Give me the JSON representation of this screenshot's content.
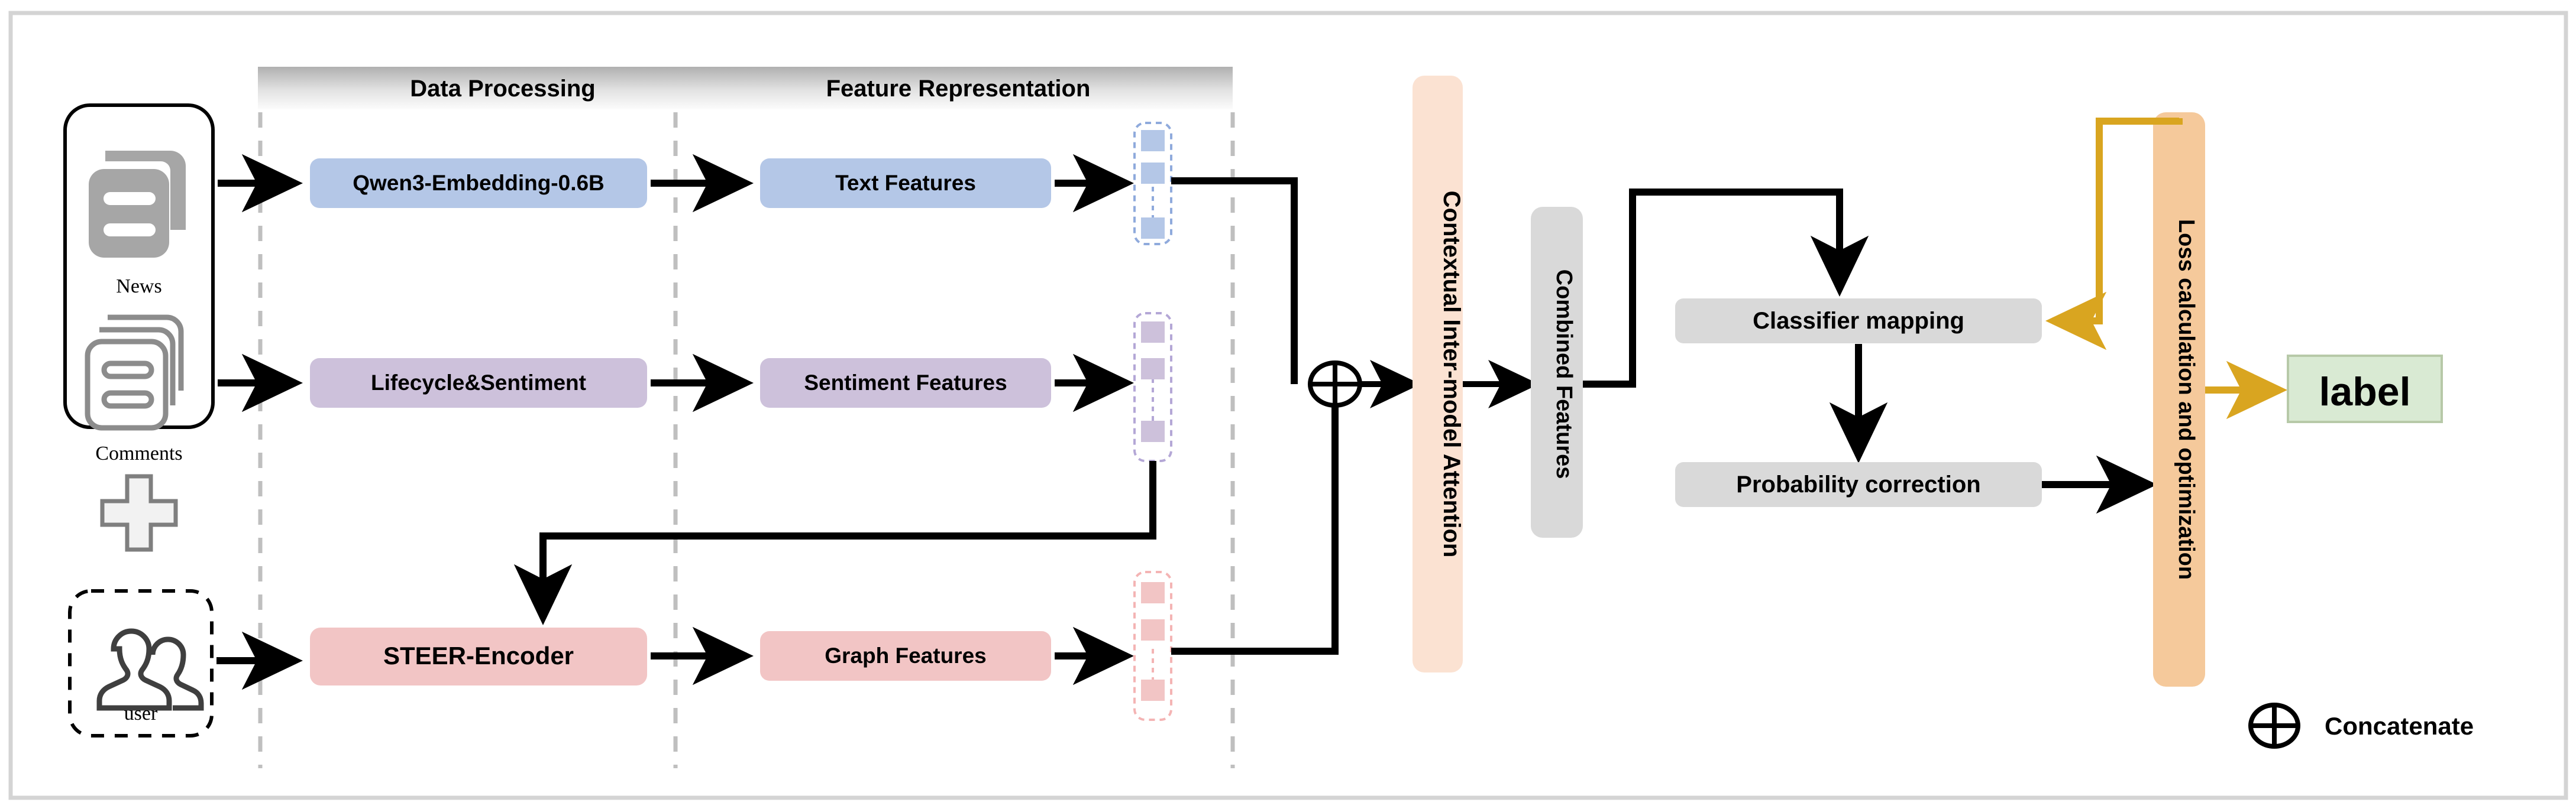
{
  "diagram": {
    "title": "Multimodal fake-news detection architecture",
    "frame_border_color": "#d4d4d4",
    "stage_bg": "#ffffff"
  },
  "stage_headers": [
    {
      "id": "data-processing",
      "label": "Data Processing"
    },
    {
      "id": "feature-representation",
      "label": "Feature Representation"
    }
  ],
  "inputs": {
    "solid_panel": {
      "border_color": "#000000",
      "items": [
        {
          "id": "news",
          "label": "News",
          "icon": "news-documents-icon",
          "icon_style": "filled",
          "icon_color": "#a6a6a6"
        },
        {
          "id": "comments",
          "label": "Comments",
          "icon": "comments-documents-icon",
          "icon_style": "outline",
          "icon_color": "#8c8c8c"
        }
      ]
    },
    "plus_symbol": {
      "id": "plus",
      "glyph": "+",
      "fill": "#f2f2f2",
      "stroke": "#7f7f7f"
    },
    "dashed_panel": {
      "border_color": "#000000",
      "items": [
        {
          "id": "user",
          "label": "user",
          "icon": "users-group-icon",
          "icon_style": "outline",
          "icon_color": "#3f3f3f"
        }
      ]
    }
  },
  "pipeline": {
    "rows": [
      {
        "id": "text",
        "color": "#b4c7e7",
        "vector_border": "#8faadc",
        "processing": {
          "id": "qwen3-embedding",
          "label": "Qwen3-Embedding-0.6B"
        },
        "feature": {
          "id": "text-features",
          "label": "Text Features"
        },
        "vector": {
          "id": "text-feature-vector",
          "blocks": 3,
          "ellipsis": true
        }
      },
      {
        "id": "sentiment",
        "color": "#cdc1db",
        "vector_border": "#b4a7d6",
        "processing": {
          "id": "lifecycle-sentiment",
          "label": "Lifecycle&Sentiment"
        },
        "feature": {
          "id": "sentiment-features",
          "label": "Sentiment Features"
        },
        "vector": {
          "id": "sentiment-feature-vector",
          "blocks": 3,
          "ellipsis": true
        }
      },
      {
        "id": "graph",
        "color": "#f2c5c5",
        "vector_border": "#f4b4b4",
        "processing": {
          "id": "steer-encoder",
          "label": "STEER-Encoder"
        },
        "feature": {
          "id": "graph-features",
          "label": "Graph Features"
        },
        "vector": {
          "id": "graph-feature-vector",
          "blocks": 3,
          "ellipsis": true
        }
      }
    ]
  },
  "fusion": {
    "concat_node": {
      "id": "concat-node",
      "glyph": "circled-plus"
    },
    "attention": {
      "id": "contextual-inter-model-attention",
      "label": "Contextual Inter-model Attention",
      "color": "#fbe2d2"
    },
    "combined": {
      "id": "combined-features",
      "label": "Combined Features",
      "color": "#d9d9d9"
    }
  },
  "head": {
    "classifier": {
      "id": "classifier-mapping",
      "label": "Classifier mapping",
      "color": "#d9d9d9"
    },
    "probability": {
      "id": "probability-correction",
      "label": "Probability correction",
      "color": "#d9d9d9"
    },
    "loss": {
      "id": "loss-calculation-and-optimization",
      "label": "Loss calculation and optimization",
      "color": "#f5c99b"
    },
    "label_box": {
      "id": "label",
      "label": "label",
      "color": "#d9ead3",
      "border": "#b7c9a8"
    }
  },
  "legend": {
    "symbol": {
      "id": "concatenate-symbol",
      "glyph": "circled-plus"
    },
    "label": "Concatenate"
  },
  "colors": {
    "arrow_black": "#000000",
    "arrow_gold": "#d9a520",
    "divider_dashed": "#bfbfbf",
    "header_band_top": "#b3b3b3",
    "header_band_bottom": "#fbfbfb"
  }
}
